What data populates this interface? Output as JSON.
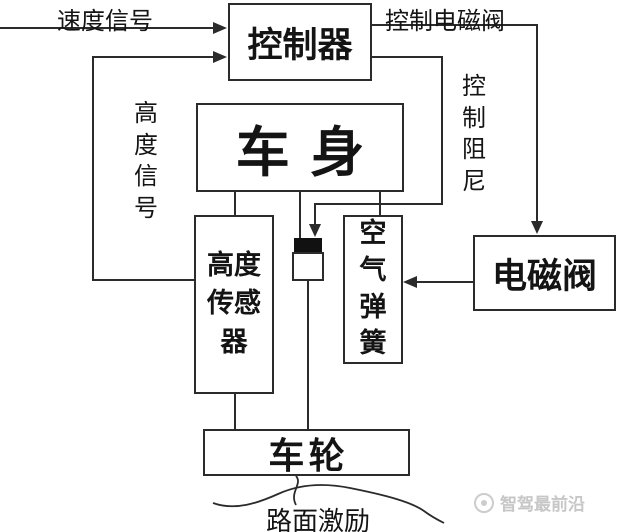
{
  "diagram": {
    "blocks": {
      "controller": {
        "label": "控制器"
      },
      "vehicle_body": {
        "label": "车身"
      },
      "height_sensor": {
        "label": "高度传感器"
      },
      "air_spring": {
        "label": "空气弹簧"
      },
      "solenoid_valve": {
        "label": "电磁阀"
      },
      "wheel": {
        "label": "车轮"
      }
    },
    "labels": {
      "speed_signal": "速度信号",
      "control_solenoid_valve": "控制电磁阀",
      "height_signal": "高度信号",
      "control_damping": "控制阻尼",
      "road_excitation": "路面激励"
    },
    "watermark": {
      "text": "智驾最前沿"
    },
    "colors": {
      "line": "#2b2b2b",
      "text": "#141414",
      "watermark": "#c7c7c7",
      "background": "#ffffff"
    }
  }
}
